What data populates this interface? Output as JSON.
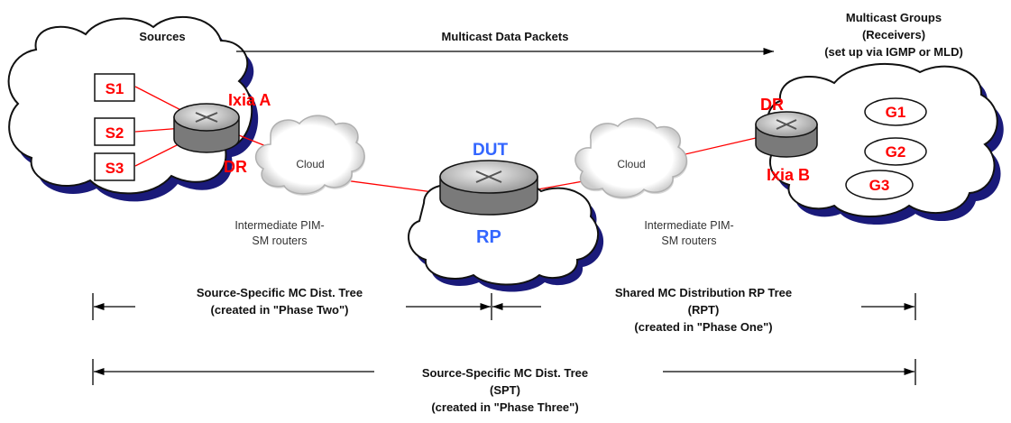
{
  "header": {
    "sources": "Sources",
    "packets": "Multicast Data Packets",
    "groups_line1": "Multicast Groups",
    "groups_line2": "(Receivers)",
    "groups_line3": "(set up via IGMP or MLD)"
  },
  "sources_cloud": {
    "s1": "S1",
    "s2": "S2",
    "s3": "S3",
    "ixia": "Ixia A",
    "dr": "DR"
  },
  "cloud_left": {
    "label": "Cloud",
    "note_line1": "Intermediate PIM-",
    "note_line2": "SM routers"
  },
  "dut_cloud": {
    "dut": "DUT",
    "rp": "RP"
  },
  "cloud_right": {
    "label": "Cloud",
    "note_line1": "Intermediate PIM-",
    "note_line2": "SM routers"
  },
  "receivers_cloud": {
    "g1": "G1",
    "g2": "G2",
    "g3": "G3",
    "ixia": "Ixia B",
    "dr": "DR"
  },
  "trees": {
    "source_specific_line1": "Source-Specific MC Dist. Tree",
    "source_specific_line2": "(created in \"Phase Two\")",
    "shared_line1": "Shared MC Distribution RP Tree",
    "shared_line2": "(RPT)",
    "shared_line3": "(created in \"Phase One\")",
    "spt_line1": "Source-Specific MC Dist. Tree",
    "spt_line2": "(SPT)",
    "spt_line3": "(created in \"Phase Three\")"
  }
}
